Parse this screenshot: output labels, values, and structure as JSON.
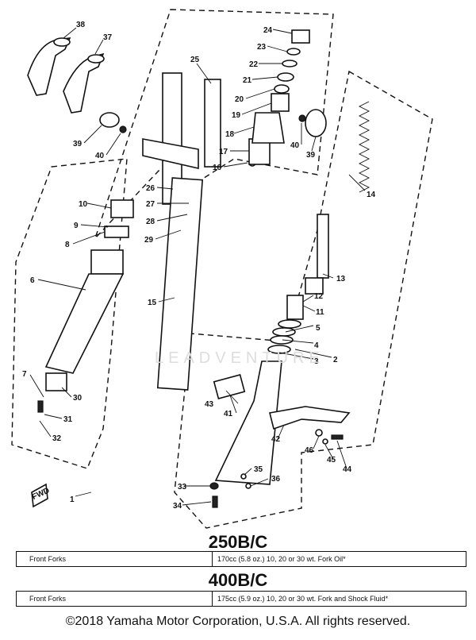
{
  "watermark": "LEADVENTURE",
  "callouts": [
    "1",
    "2",
    "3",
    "4",
    "5",
    "6",
    "7",
    "8",
    "9",
    "10",
    "11",
    "12",
    "13",
    "14",
    "15",
    "16",
    "17",
    "18",
    "19",
    "20",
    "21",
    "22",
    "23",
    "24",
    "25",
    "26",
    "27",
    "28",
    "29",
    "30",
    "31",
    "32",
    "33",
    "34",
    "35",
    "36",
    "37",
    "38",
    "39",
    "40",
    "41",
    "42",
    "43",
    "44",
    "45",
    "46"
  ],
  "fwd_label": "FWD",
  "sections": [
    {
      "model": "250B/C",
      "item": "Front Forks",
      "spec": "170cc (5.8 oz.) 10, 20 or 30 wt. Fork Oil*"
    },
    {
      "model": "400B/C",
      "item": "Front Forks",
      "spec": "175cc (5.9 oz.) 10, 20 or 30 wt. Fork and Shock Fluid*"
    }
  ],
  "copyright": "©2018 Yamaha Motor Corporation, U.S.A. All rights reserved."
}
